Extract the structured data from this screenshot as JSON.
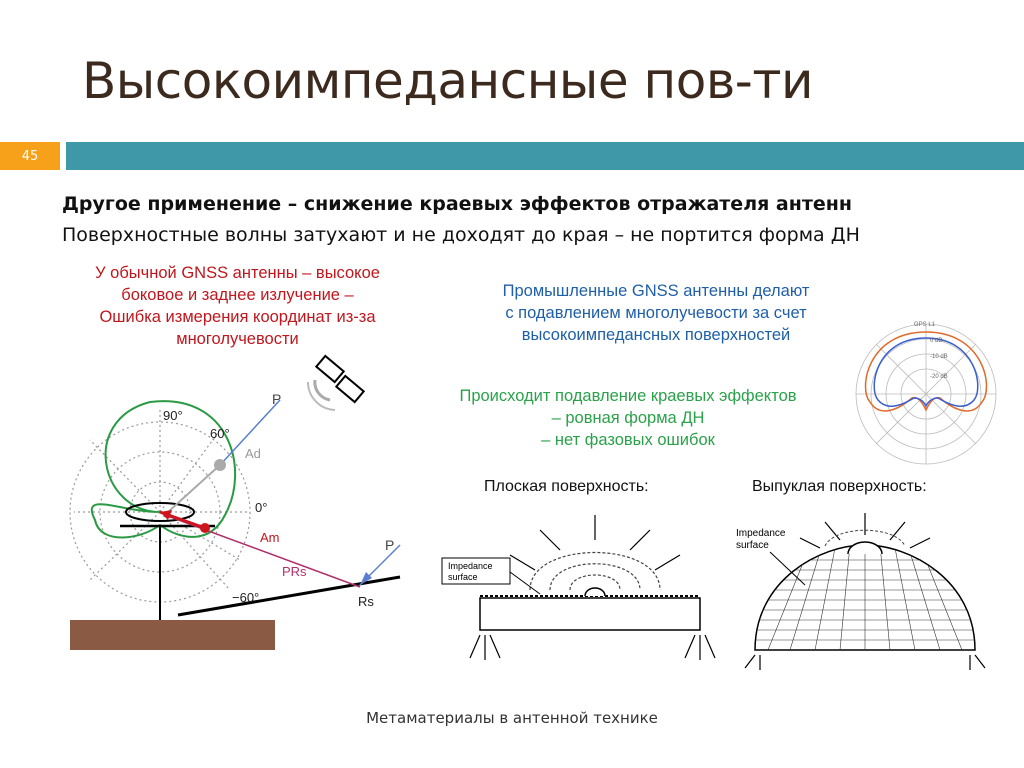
{
  "slide": {
    "title": "Высокоимпедансные пов-ти",
    "number": "45",
    "heading_bold": "Другое применение – снижение краевых эффектов отражателя антенн",
    "heading_plain": "Поверхностные волны затухают и не доходят до края – не портится форма ДН",
    "footer": "Метаматериалы в антенной технике"
  },
  "notes": {
    "red": [
      "У обычной GNSS антенны – высокое",
      "боковое и заднее излучение –",
      "Ошибка измерения координат из-за",
      "многолучевости"
    ],
    "blue": [
      "Промышленные GNSS антенны делают",
      "с подавлением многолучевости за счет",
      "высокоимпедансных поверхностей"
    ],
    "green": [
      "Происходит подавление краевых эффектов",
      "– ровная форма ДН",
      "– нет фазовых ошибок"
    ]
  },
  "captions": {
    "flat": "Плоская поверхность:",
    "convex": "Выпуклая поверхность:"
  },
  "diagram_left": {
    "angle_90": "90°",
    "angle_60": "60°",
    "angle_0": "0°",
    "angle_m60": "−60°",
    "label_P_top": "P",
    "label_Ad": "Ad",
    "label_Am": "Am",
    "label_PRs": "PRs",
    "label_P_bottom": "P",
    "label_Rs": "Rs"
  },
  "polar_plot": {
    "db_0": "0 dB",
    "db_10": "-10 dB",
    "db_20": "-20 dB",
    "top_label": "GPS L1"
  },
  "impedance_label_flat": [
    "Impedance",
    "surface"
  ],
  "impedance_label_convex": [
    "Impedance",
    "surface"
  ],
  "colors": {
    "title": "#3d2a1e",
    "number_box": "#f7a11a",
    "bar": "#3f98a8",
    "red_text": "#c0161d",
    "blue_text": "#1f5fa8",
    "green_text": "#2aa14a"
  }
}
